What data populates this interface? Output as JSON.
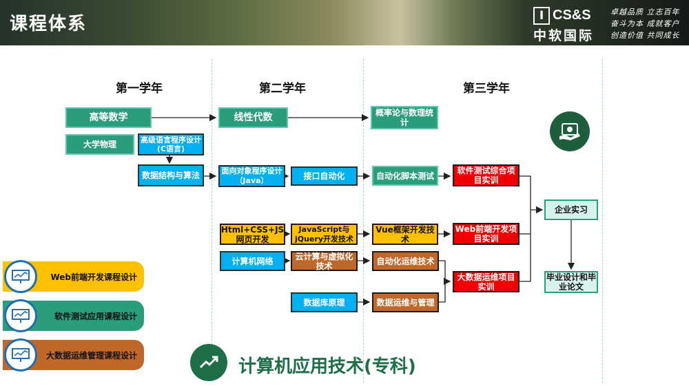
{
  "header": {
    "title": "课程体系",
    "logo_mark": "I",
    "logo_text": "CS&S",
    "logo_cn": "中软国际",
    "slogan": [
      "卓越品质  立志百年",
      "奋斗为本  成就客户",
      "创造价值  共同成长"
    ]
  },
  "years": [
    "第一学年",
    "第二学年",
    "第三学年"
  ],
  "nodes": {
    "advanced_math": "高等数学",
    "university_physics": "大学物理",
    "c_programming": "高级语言程序设计(C语言)",
    "data_structures": "数据结构与算法",
    "linear_algebra": "线性代数",
    "oop_java": "面向对象程序设计（Java）",
    "interface_automation": "接口自动化",
    "probability": "概率论与数理统计",
    "automation_script_testing": "自动化脚本测试",
    "software_testing_project": "软件测试综合项目实训",
    "html_css": "Html+CSS+JS网页开发",
    "js_jquery": "JavaScript与jQuery开发技术",
    "vue": "Vue框架开发技术",
    "web_project": "Web前端开发项目实训",
    "computer_network": "计算机网络",
    "cloud_virtualization": "云计算与虚拟化技术",
    "automated_ops": "自动化运维技术",
    "bigdata_project": "大数据运维项目实训",
    "database": "数据库原理",
    "data_ops": "数据运维与管理",
    "internship": "企业实习",
    "graduation": "毕业设计和毕业论文"
  },
  "course_designs": [
    {
      "label": "Web前端开发课程设计",
      "color": "#ffc000"
    },
    {
      "label": "软件测试应用课程设计",
      "color": "#2a9d7c"
    },
    {
      "label": "大数据运维管理课程设计",
      "color": "#c0672a"
    }
  ],
  "footer_title": "计算机应用技术(专科)",
  "icons": [
    "trend-icon",
    "hand-card-icon",
    "chart-board-icon"
  ]
}
